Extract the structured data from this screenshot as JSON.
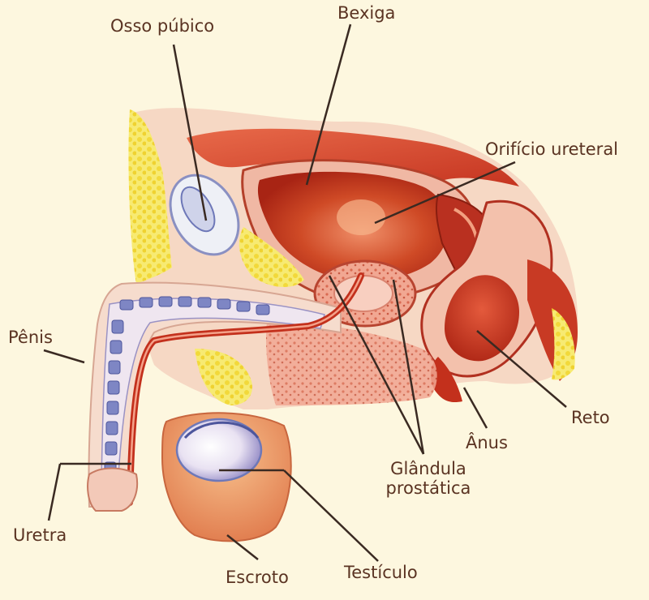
{
  "labels": {
    "osso_pubico": "Osso púbico",
    "bexiga": "Bexiga",
    "orificio_ureteral": "Orifício ureteral",
    "penis": "Pênis",
    "reto": "Reto",
    "anus": "Ânus",
    "glandula_line1": "Glândula",
    "glandula_line2": "prostática",
    "uretra": "Uretra",
    "escroto": "Escroto",
    "testiculo": "Testículo"
  },
  "colors": {
    "background": "#fdf7df",
    "label_text": "#5a3322",
    "leader_line": "#3a2a22",
    "fat_yellow": "#f5e34a",
    "tissue_red": "#cc3a24",
    "tissue_pink": "#f4b0a0",
    "bladder_inner": "#c23a1c",
    "scrotum": "#ef9a6a",
    "testicle": "#e6dfef",
    "vertebra_blue": "#6e78b8"
  }
}
